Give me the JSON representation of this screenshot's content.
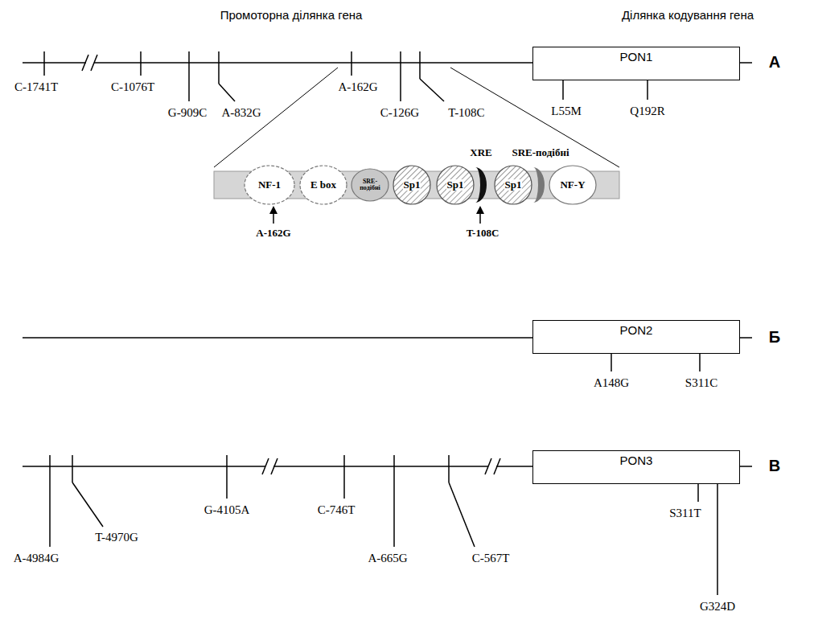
{
  "diagram": {
    "nodes": [
      {
        "text": [
          "PON1"
        ]
      },
      {
        "text": [
          "NF-1"
        ]
      },
      {
        "text": [
          "E box"
        ]
      },
      {
        "text": [
          "SRE-подібні"
        ]
      },
      {
        "text": [
          "Sp1"
        ]
      },
      {
        "text": [
          "Sp1"
        ]
      },
      {
        "text": [
          "Sp1"
        ]
      },
      {
        "text": [
          "NF-Y"
        ]
      },
      {
        "text": [
          "PON2"
        ]
      },
      {
        "text": [
          "PON3"
        ]
      }
    ],
    "labels": [
      "Промоторна ділянка гена",
      "Ділянка кодування гена",
      "А",
      "C-1741T",
      "C-1076T",
      "G-909C",
      "A-832G",
      "A-162G",
      "C-126G",
      "T-108C",
      "L55M",
      "Q192R",
      "XRE",
      "SRE-подібні",
      "A-162G",
      "T-108C",
      "Б",
      "A148G",
      "S311C",
      "В",
      "A-4984G",
      "T-4970G",
      "G-4105A",
      "C-746T",
      "A-665G",
      "C-567T",
      "S311T",
      "G324D"
    ]
  }
}
